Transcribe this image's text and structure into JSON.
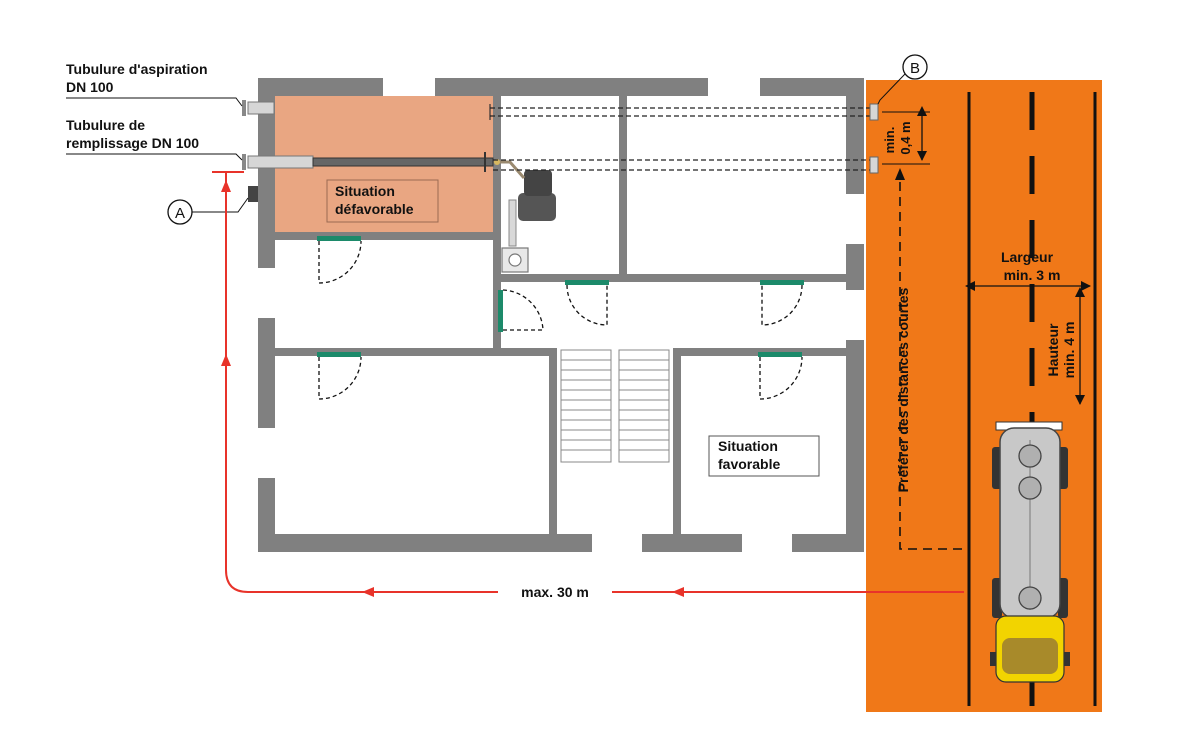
{
  "labels": {
    "suction_line1": "Tubulure d'aspiration",
    "suction_line2": "DN 100",
    "fill_line1": "Tubulure de",
    "fill_line2": "remplissage  DN 100",
    "marker_a": "A",
    "marker_b": "B",
    "unfavorable_line1": "Situation",
    "unfavorable_line2": "défavorable",
    "favorable_line1": "Situation",
    "favorable_line2": "favorable",
    "max_distance": "max. 30 m",
    "min_spacing_line1": "min.",
    "min_spacing_line2": "0,4 m",
    "prefer_short": "Préférer des distances courtes",
    "width_line1": "Largeur",
    "width_line2": "min. 3 m",
    "height_line1": "Hauteur",
    "height_line2": "min. 4 m"
  },
  "colors": {
    "wall": "#808080",
    "tank_room": "#e9a682",
    "road": "#f07818",
    "route_line": "#e8332a",
    "door": "#1c8a6a",
    "truck_cab": "#f2d400",
    "truck_tank": "#c8c8c8"
  }
}
